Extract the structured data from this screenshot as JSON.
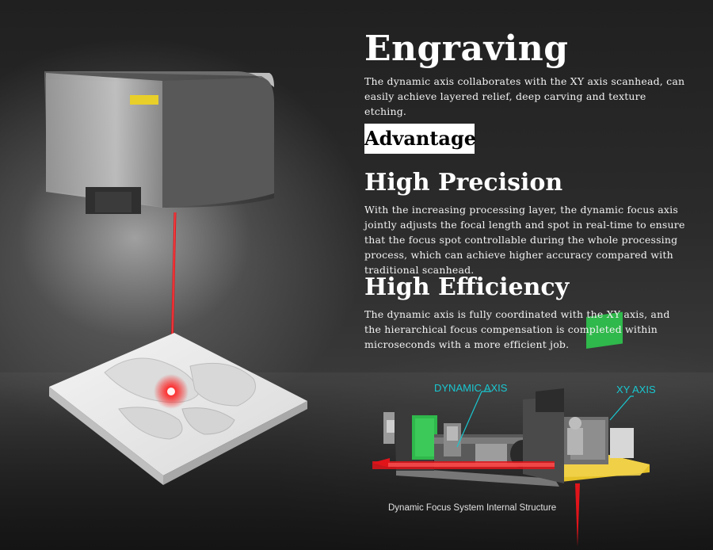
{
  "headline": "Engraving",
  "intro": "The dynamic axis collaborates with the XY axis scanhead, can easily achieve layered relief, deep carving and texture etching.",
  "advantage_label": "Advantage",
  "sections": [
    {
      "title": "High Precision",
      "text": "With the increasing processing layer, the dynamic focus axis jointly adjusts the focal length and spot in real-time to ensure that the focus spot controllable during the whole processing process, which can achieve higher accuracy compared with traditional scanhead."
    },
    {
      "title": "High Efficiency",
      "text": "The dynamic axis is fully coordinated with the XY axis, and the hierarchical focus compensation is completed within microseconds with a  more efficient job."
    }
  ],
  "diagram": {
    "label_dynamic_axis": "DYNAMIC AXIS",
    "label_xy_axis": "XY AXIS",
    "caption": "Dynamic Focus System  Internal Structure"
  },
  "colors": {
    "laser": "#e0141a",
    "callout": "#19c7d0",
    "pcb_green": "#2fb84b",
    "plate_yellow": "#e6c229"
  }
}
